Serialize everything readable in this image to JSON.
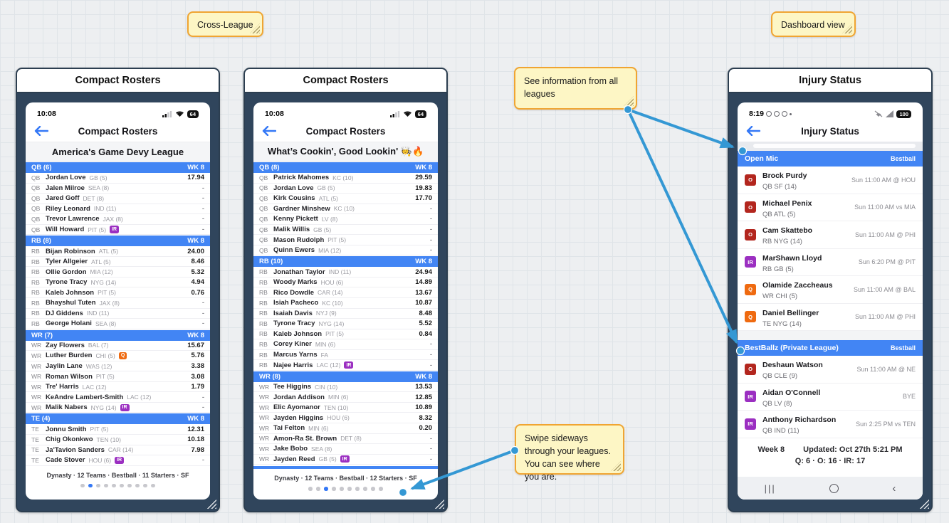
{
  "colors": {
    "accent_blue": "#4285f4",
    "arrow_blue": "#3498d4",
    "ios_blue": "#3478f6",
    "badge_ir": "#9b2fc1",
    "badge_q": "#ef6a10",
    "badge_o": "#b3261e",
    "sticky_fill": "#fdf6c5",
    "sticky_border": "#f0a532",
    "frame_navy": "#2c3e50"
  },
  "annotations": {
    "notes": [
      {
        "id": "cross-league",
        "text": "Cross-League"
      },
      {
        "id": "dashboard-view",
        "text": "Dashboard view"
      },
      {
        "id": "see-info",
        "text": "See information from all leagues"
      },
      {
        "id": "swipe",
        "text": "Swipe sideways through your leagues. You can see where you are."
      }
    ]
  },
  "rosters": [
    {
      "window_title": "Compact Rosters",
      "status": {
        "time": "10:08",
        "battery": "64",
        "icons": [
          "signal-icon",
          "wifi-icon",
          "battery-icon"
        ]
      },
      "nav_title": "Compact Rosters",
      "league_title": "America's Game Devy League",
      "sections": [
        {
          "label": "QB (6)",
          "week": "WK 8",
          "rows": [
            {
              "pos": "QB",
              "name": "Jordan Love",
              "team": "GB (5)",
              "badge": null,
              "value": "17.94"
            },
            {
              "pos": "QB",
              "name": "Jalen Milroe",
              "team": "SEA (8)",
              "badge": null,
              "value": "-"
            },
            {
              "pos": "QB",
              "name": "Jared Goff",
              "team": "DET (8)",
              "badge": null,
              "value": "-"
            },
            {
              "pos": "QB",
              "name": "Riley Leonard",
              "team": "IND (11)",
              "badge": null,
              "value": "-"
            },
            {
              "pos": "QB",
              "name": "Trevor Lawrence",
              "team": "JAX (8)",
              "badge": null,
              "value": "-"
            },
            {
              "pos": "QB",
              "name": "Will Howard",
              "team": "PIT (5)",
              "badge": "IR",
              "value": "-"
            }
          ]
        },
        {
          "label": "RB (8)",
          "week": "WK 8",
          "rows": [
            {
              "pos": "RB",
              "name": "Bijan Robinson",
              "team": "ATL (5)",
              "badge": null,
              "value": "24.00"
            },
            {
              "pos": "RB",
              "name": "Tyler Allgeier",
              "team": "ATL (5)",
              "badge": null,
              "value": "8.46"
            },
            {
              "pos": "RB",
              "name": "Ollie Gordon",
              "team": "MIA (12)",
              "badge": null,
              "value": "5.32"
            },
            {
              "pos": "RB",
              "name": "Tyrone Tracy",
              "team": "NYG (14)",
              "badge": null,
              "value": "4.94"
            },
            {
              "pos": "RB",
              "name": "Kaleb Johnson",
              "team": "PIT (5)",
              "badge": null,
              "value": "0.76"
            },
            {
              "pos": "RB",
              "name": "Bhayshul Tuten",
              "team": "JAX (8)",
              "badge": null,
              "value": "-"
            },
            {
              "pos": "RB",
              "name": "DJ Giddens",
              "team": "IND (11)",
              "badge": null,
              "value": "-"
            },
            {
              "pos": "RB",
              "name": "George Holani",
              "team": "SEA (8)",
              "badge": null,
              "value": "-"
            }
          ]
        },
        {
          "label": "WR (7)",
          "week": "WK 8",
          "rows": [
            {
              "pos": "WR",
              "name": "Zay Flowers",
              "team": "BAL (7)",
              "badge": null,
              "value": "15.67"
            },
            {
              "pos": "WR",
              "name": "Luther Burden",
              "team": "CHI (5)",
              "badge": "Q",
              "value": "5.76"
            },
            {
              "pos": "WR",
              "name": "Jaylin Lane",
              "team": "WAS (12)",
              "badge": null,
              "value": "3.38"
            },
            {
              "pos": "WR",
              "name": "Roman Wilson",
              "team": "PIT (5)",
              "badge": null,
              "value": "3.08"
            },
            {
              "pos": "WR",
              "name": "Tre' Harris",
              "team": "LAC (12)",
              "badge": null,
              "value": "1.79"
            },
            {
              "pos": "WR",
              "name": "KeAndre Lambert-Smith",
              "team": "LAC (12)",
              "badge": null,
              "value": "-"
            },
            {
              "pos": "WR",
              "name": "Malik Nabers",
              "team": "NYG (14)",
              "badge": "IR",
              "value": "-"
            }
          ]
        },
        {
          "label": "TE (4)",
          "week": "WK 8",
          "rows": [
            {
              "pos": "TE",
              "name": "Jonnu Smith",
              "team": "PIT (5)",
              "badge": null,
              "value": "12.31"
            },
            {
              "pos": "TE",
              "name": "Chig Okonkwo",
              "team": "TEN (10)",
              "badge": null,
              "value": "10.18"
            },
            {
              "pos": "TE",
              "name": "Ja'Tavion Sanders",
              "team": "CAR (14)",
              "badge": null,
              "value": "7.98"
            },
            {
              "pos": "TE",
              "name": "Cade Stover",
              "team": "HOU (6)",
              "badge": "IR",
              "value": "-"
            }
          ]
        }
      ],
      "partial_next_section": false,
      "footer": "Dynasty · 12 Teams · Bestball · 11 Starters · SF",
      "dots": {
        "count": 10,
        "active": 1
      }
    },
    {
      "window_title": "Compact Rosters",
      "status": {
        "time": "10:08",
        "battery": "64",
        "icons": [
          "signal-icon",
          "wifi-icon",
          "battery-icon"
        ]
      },
      "nav_title": "Compact Rosters",
      "league_title": "What’s Cookin', Good Lookin' 🧑‍🍳🔥",
      "sections": [
        {
          "label": "QB (8)",
          "week": "WK 8",
          "rows": [
            {
              "pos": "QB",
              "name": "Patrick Mahomes",
              "team": "KC (10)",
              "badge": null,
              "value": "29.59"
            },
            {
              "pos": "QB",
              "name": "Jordan Love",
              "team": "GB (5)",
              "badge": null,
              "value": "19.83"
            },
            {
              "pos": "QB",
              "name": "Kirk Cousins",
              "team": "ATL (5)",
              "badge": null,
              "value": "17.70"
            },
            {
              "pos": "QB",
              "name": "Gardner Minshew",
              "team": "KC (10)",
              "badge": null,
              "value": "-"
            },
            {
              "pos": "QB",
              "name": "Kenny Pickett",
              "team": "LV (8)",
              "badge": null,
              "value": "-"
            },
            {
              "pos": "QB",
              "name": "Malik Willis",
              "team": "GB (5)",
              "badge": null,
              "value": "-"
            },
            {
              "pos": "QB",
              "name": "Mason Rudolph",
              "team": "PIT (5)",
              "badge": null,
              "value": "-"
            },
            {
              "pos": "QB",
              "name": "Quinn Ewers",
              "team": "MIA (12)",
              "badge": null,
              "value": "-"
            }
          ]
        },
        {
          "label": "RB (10)",
          "week": "WK 8",
          "rows": [
            {
              "pos": "RB",
              "name": "Jonathan Taylor",
              "team": "IND (11)",
              "badge": null,
              "value": "24.94"
            },
            {
              "pos": "RB",
              "name": "Woody Marks",
              "team": "HOU (6)",
              "badge": null,
              "value": "14.89"
            },
            {
              "pos": "RB",
              "name": "Rico Dowdle",
              "team": "CAR (14)",
              "badge": null,
              "value": "13.67"
            },
            {
              "pos": "RB",
              "name": "Isiah Pacheco",
              "team": "KC (10)",
              "badge": null,
              "value": "10.87"
            },
            {
              "pos": "RB",
              "name": "Isaiah Davis",
              "team": "NYJ (9)",
              "badge": null,
              "value": "8.48"
            },
            {
              "pos": "RB",
              "name": "Tyrone Tracy",
              "team": "NYG (14)",
              "badge": null,
              "value": "5.52"
            },
            {
              "pos": "RB",
              "name": "Kaleb Johnson",
              "team": "PIT (5)",
              "badge": null,
              "value": "0.84"
            },
            {
              "pos": "RB",
              "name": "Corey Kiner",
              "team": "MIN (6)",
              "badge": null,
              "value": "-"
            },
            {
              "pos": "RB",
              "name": "Marcus Yarns",
              "team": "FA",
              "badge": null,
              "value": "-"
            },
            {
              "pos": "RB",
              "name": "Najee Harris",
              "team": "LAC (12)",
              "badge": "IR",
              "value": "-"
            }
          ]
        },
        {
          "label": "WR (8)",
          "week": "WK 8",
          "rows": [
            {
              "pos": "WR",
              "name": "Tee Higgins",
              "team": "CIN (10)",
              "badge": null,
              "value": "13.53"
            },
            {
              "pos": "WR",
              "name": "Jordan Addison",
              "team": "MIN (6)",
              "badge": null,
              "value": "12.85"
            },
            {
              "pos": "WR",
              "name": "Elic Ayomanor",
              "team": "TEN (10)",
              "badge": null,
              "value": "10.89"
            },
            {
              "pos": "WR",
              "name": "Jayden Higgins",
              "team": "HOU (6)",
              "badge": null,
              "value": "8.32"
            },
            {
              "pos": "WR",
              "name": "Tai Felton",
              "team": "MIN (6)",
              "badge": null,
              "value": "0.20"
            },
            {
              "pos": "WR",
              "name": "Amon-Ra St. Brown",
              "team": "DET (8)",
              "badge": null,
              "value": "-"
            },
            {
              "pos": "WR",
              "name": "Jake Bobo",
              "team": "SEA (8)",
              "badge": null,
              "value": "-"
            },
            {
              "pos": "WR",
              "name": "Jayden Reed",
              "team": "GB (5)",
              "badge": "IR",
              "value": "-"
            }
          ]
        }
      ],
      "partial_next_section": true,
      "footer": "Dynasty · 12 Teams · Bestball · 12 Starters · SF",
      "dots": {
        "count": 10,
        "active": 2
      }
    }
  ],
  "injury": {
    "window_title": "Injury Status",
    "status": {
      "time": "8:19",
      "battery": "100",
      "left_icons": [
        "record-icon",
        "clock-icon",
        "mute-icon",
        "dot-icon"
      ],
      "right_icons": [
        "wifi-off-icon",
        "signal-icon",
        "battery-icon"
      ]
    },
    "nav_title": "Injury Status",
    "groups": [
      {
        "label": "Open Mic",
        "tag": "Bestball",
        "players": [
          {
            "badge": "O",
            "name": "Brock Purdy",
            "sub": "QB SF (14)",
            "when": "Sun 11:00 AM @ HOU"
          },
          {
            "badge": "O",
            "name": "Michael Penix",
            "sub": "QB ATL (5)",
            "when": "Sun 11:00 AM vs MIA"
          },
          {
            "badge": "O",
            "name": "Cam Skattebo",
            "sub": "RB NYG (14)",
            "when": "Sun 11:00 AM @ PHI"
          },
          {
            "badge": "IR",
            "name": "MarShawn Lloyd",
            "sub": "RB GB (5)",
            "when": "Sun 6:20 PM @ PIT"
          },
          {
            "badge": "Q",
            "name": "Olamide Zaccheaus",
            "sub": "WR CHI (5)",
            "when": "Sun 11:00 AM @ BAL"
          },
          {
            "badge": "Q",
            "name": "Daniel Bellinger",
            "sub": "TE NYG (14)",
            "when": "Sun 11:00 AM @ PHI"
          }
        ]
      },
      {
        "label": "BestBallz (Private League)",
        "tag": "Bestball",
        "players": [
          {
            "badge": "O",
            "name": "Deshaun Watson",
            "sub": "QB CLE (9)",
            "when": "Sun 11:00 AM @ NE"
          },
          {
            "badge": "IR",
            "name": "Aidan O'Connell",
            "sub": "QB LV (8)",
            "when": "BYE"
          },
          {
            "badge": "IR",
            "name": "Anthony Richardson",
            "sub": "QB IND (11)",
            "when": "Sun 2:25 PM vs TEN"
          }
        ]
      }
    ],
    "footer": {
      "week": "Week 8",
      "updated": "Updated: Oct 27th 5:21 PM",
      "counts": "Q: 6 · O: 16 · IR: 17"
    }
  }
}
